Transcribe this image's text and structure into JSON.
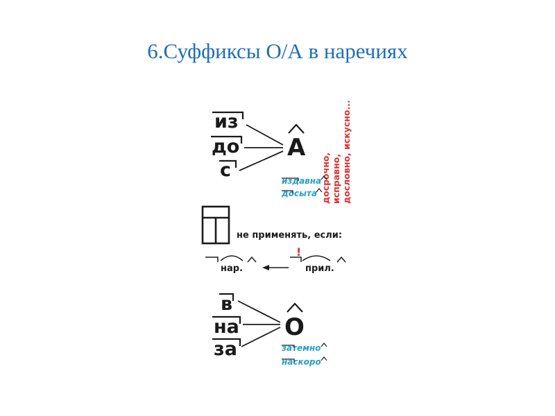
{
  "title": "6.Суффиксы О/А в наречиях",
  "section_a": {
    "prefixes": [
      "из",
      "до",
      "с"
    ],
    "suffix": "А",
    "examples": [
      "издавна",
      "досыта"
    ],
    "side_note": [
      "досрочно, исправно,",
      "дословно, искусно..."
    ]
  },
  "rule": {
    "text": "не применять, если:",
    "adverb": "нар.",
    "adjective": "прил.",
    "exclamation": "!"
  },
  "section_o": {
    "prefixes": [
      "в",
      "на",
      "за"
    ],
    "suffix": "О",
    "examples": [
      "затемно",
      "наскоро"
    ]
  },
  "colors": {
    "title": "#1f6fb5",
    "example": "#2a9fc9",
    "side_note": "#e03030",
    "exclamation": "#e03030",
    "ink": "#1a1a1a"
  }
}
